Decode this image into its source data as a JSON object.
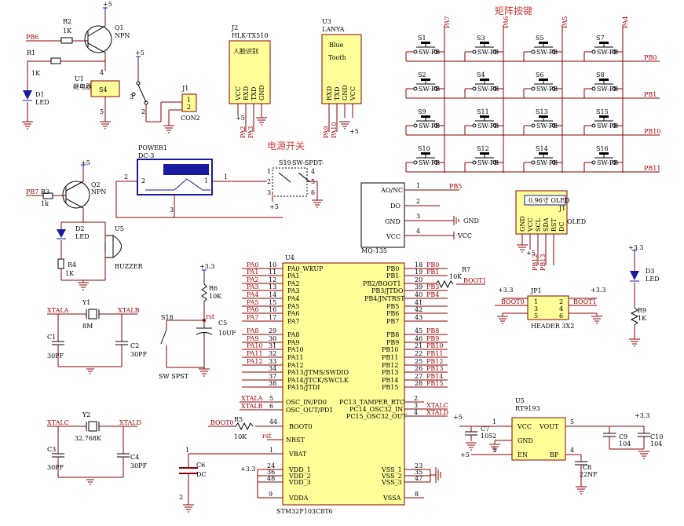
{
  "titles": {
    "matrix": "矩阵按键",
    "power_switch": "电源开关"
  },
  "relay": {
    "net_in": "PB6",
    "r2": "R2",
    "r2_val": "1K",
    "r1": "R1",
    "r1_val": "1K",
    "q1": "Q1",
    "q1_type": "NPN",
    "d1": "D1",
    "d1_type": "LED",
    "u1": "U1",
    "u1_type": "继电器",
    "vcc": "+5",
    "j1": "J1",
    "j1_type": "CON2",
    "pin4": "4",
    "pin5": "5",
    "pin3": "3",
    "pin2": "2",
    "pin1": "1",
    "s4": "S4",
    "j1_p1": "1",
    "j1_p2": "2"
  },
  "face": {
    "ref": "J2",
    "model": "HLK-TX510",
    "label": "人脸识别",
    "pins": [
      "VCC",
      "RXD",
      "TXD",
      "GND"
    ],
    "vcc": "+5",
    "n1": "PA2",
    "n2": "PA3"
  },
  "bt": {
    "ref": "U3",
    "model": "LANYA",
    "label1": "Blue",
    "label2": "Tooth",
    "pins": [
      "RXD",
      "TXD",
      "GND",
      "VCC"
    ],
    "n1": "PA9",
    "n2": "PA10",
    "vcc": "+5"
  },
  "matrix": {
    "cols": [
      "PA7",
      "PA6",
      "PA5",
      "PA4"
    ],
    "rows": [
      "PB0",
      "PB1",
      "PB10",
      "PB11"
    ],
    "switches": [
      "S1",
      "S3",
      "S5",
      "S7",
      "S2",
      "S4",
      "S6",
      "S8",
      "S9",
      "S11",
      "S13",
      "S15",
      "S10",
      "S12",
      "S14",
      "S16"
    ],
    "sw_type": "SW-PB"
  },
  "power": {
    "ref": "POWER1",
    "model": "DC-3",
    "p1": "1",
    "p2": "2",
    "p3": "3",
    "s19": "S19",
    "s19_type": "SW-SPDT-",
    "vcc": "+5",
    "sp": [
      "1",
      "2",
      "3",
      "4",
      "5",
      "6"
    ]
  },
  "buzzer": {
    "net_in": "PB7",
    "r3": "R3",
    "r3_val": "1k",
    "q2": "Q2",
    "q2_type": "NPN",
    "vcc": "+5",
    "d2": "D2",
    "d2_type": "LED",
    "r4": "R4",
    "r4_val": "1K",
    "u5": "U5",
    "u5_type": "BUZZER"
  },
  "mq": {
    "ref": "MQ-135",
    "pins": [
      "AO/NC",
      "DO",
      "GND",
      "VCC"
    ],
    "nums": [
      "1",
      "2",
      "3",
      "4"
    ],
    "n1": "PB5",
    "gnd": "GND",
    "vcc": "VCC"
  },
  "oled": {
    "ref": "J1",
    "label": "0.96寸 OLED",
    "side": "OLED",
    "pins": [
      "GND",
      "VCC",
      "SCL",
      "SDA",
      "RST",
      "DC"
    ],
    "nets": [
      "PB12",
      "PB13"
    ],
    "vcc": "+5"
  },
  "led3": {
    "vcc": "+3.3",
    "d3": "D3",
    "d3_type": "LED",
    "r9": "R9",
    "r9_val": "1K"
  },
  "mcu": {
    "ref": "U4",
    "part": "STM32F103C8T6",
    "left": [
      {
        "net": "PA0",
        "num": "10",
        "name": "PA0_WKUP"
      },
      {
        "net": "PA1",
        "num": "11",
        "name": "PA1"
      },
      {
        "net": "PA2",
        "num": "12",
        "name": "PA2"
      },
      {
        "net": "PA3",
        "num": "13",
        "name": "PA3"
      },
      {
        "net": "PA4",
        "num": "14",
        "name": "PA4"
      },
      {
        "net": "PA5",
        "num": "15",
        "name": "PA5"
      },
      {
        "net": "PA6",
        "num": "16",
        "name": "PA6"
      },
      {
        "net": "PA7",
        "num": "17",
        "name": "PA7"
      },
      {
        "net": "PA8",
        "num": "29",
        "name": "PA8"
      },
      {
        "net": "PA9",
        "num": "30",
        "name": "PA9"
      },
      {
        "net": "PA10",
        "num": "31",
        "name": "PA10"
      },
      {
        "net": "PA11",
        "num": "32",
        "name": "PA11"
      },
      {
        "net": "PA12",
        "num": "33",
        "name": "PA12"
      },
      {
        "net": "",
        "num": "34",
        "name": "PA13/JTMS/SWDIO"
      },
      {
        "net": "",
        "num": "37",
        "name": "PA14/JTCK/SWCLK"
      },
      {
        "net": "",
        "num": "38",
        "name": "PA15/JTDI"
      }
    ],
    "right": [
      {
        "net": "PB0",
        "num": "18",
        "name": "PB0"
      },
      {
        "net": "PB1",
        "num": "19",
        "name": "PB1"
      },
      {
        "net": "",
        "num": "20",
        "name": "PB2/BOOT1"
      },
      {
        "net": "PB3",
        "num": "39",
        "name": "PB3/JTDO"
      },
      {
        "net": "PB4",
        "num": "40",
        "name": "PB4/JNTRST"
      },
      {
        "net": "",
        "num": "41",
        "name": "PB5"
      },
      {
        "net": "",
        "num": "42",
        "name": "PB6"
      },
      {
        "net": "",
        "num": "43",
        "name": "PB7"
      },
      {
        "net": "PB8",
        "num": "45",
        "name": "PB8"
      },
      {
        "net": "PB9",
        "num": "46",
        "name": "PB9"
      },
      {
        "net": "PB10",
        "num": "21",
        "name": "PB10"
      },
      {
        "net": "PB11",
        "num": "22",
        "name": "PB11"
      },
      {
        "net": "PB12",
        "num": "25",
        "name": "PB12"
      },
      {
        "net": "PB13",
        "num": "26",
        "name": "PB13"
      },
      {
        "net": "PB14",
        "num": "27",
        "name": "PB14"
      },
      {
        "net": "PB15",
        "num": "28",
        "name": "PB15"
      }
    ],
    "osc_in": {
      "net": "XTALA",
      "num": "5",
      "name": "OSC_IN/PD0"
    },
    "osc_out": {
      "net": "XTALB",
      "num": "6",
      "name": "OSC_OUT/PD1"
    },
    "pc13": {
      "num": "2",
      "name": "PC13_TAMPER_RTC"
    },
    "pc14": {
      "net": "XTALC",
      "num": "3",
      "name": "PC14_OSC32_IN"
    },
    "pc15": {
      "net": "XTALD",
      "num": "4",
      "name": "PC15_OSC32_OUT"
    },
    "boot0": {
      "num": "44",
      "name": "BOOT0"
    },
    "nrst": {
      "num": "7",
      "name": "NRST"
    },
    "vbat": {
      "num": "1",
      "name": "VBAT"
    },
    "vdd": [
      {
        "num": "24",
        "name": "VDD_1"
      },
      {
        "num": "36",
        "name": "VDD_2"
      },
      {
        "num": "48",
        "name": "VDD_3"
      }
    ],
    "vdda": {
      "num": "9",
      "name": "VDDA"
    },
    "vss": [
      {
        "num": "23",
        "name": "VSS_1"
      },
      {
        "num": "35",
        "name": "VSS_2"
      },
      {
        "num": "47",
        "name": "VSS_3"
      }
    ],
    "vssa": {
      "num": "8",
      "name": "VSSA"
    },
    "boot1_net": "BOOT1",
    "r7": "R7",
    "r7_val": "10K",
    "r5": "R5",
    "r5_val": "10K",
    "boot0_net": "BOOT0",
    "rst_net": "rst",
    "v33": "+3.3"
  },
  "reset": {
    "vcc": "+3.3",
    "r6": "R6",
    "r6_val": "10K",
    "s18": "S18",
    "s18_type": "SW SPST",
    "c5": "C5",
    "c5_val": "10UF",
    "rst": "rst"
  },
  "xtal1": {
    "a": "XTALA",
    "b": "XTALB",
    "y": "Y1",
    "y_val": "8M",
    "c1": "C1",
    "c1_val": "30PF",
    "c2": "C2",
    "c2_val": "30PF"
  },
  "xtal2": {
    "a": "XTALC",
    "b": "XTALD",
    "y": "Y2",
    "y_val": "32.768K",
    "c3": "C3",
    "c3_val": "30PF",
    "c4": "C4",
    "c4_val": "30PF"
  },
  "c6": {
    "ref": "C6",
    "val": "DC",
    "p1": "1",
    "p2": "2"
  },
  "jp1": {
    "ref": "JP1",
    "model": "HEADER 3X2",
    "vcc1": "+3.3",
    "vcc2": "+3.3",
    "left": "BOOT0",
    "right": "BOOT1",
    "pins": [
      "1",
      "2",
      "3",
      "4",
      "5",
      "6"
    ]
  },
  "reg": {
    "ref": "U5",
    "part": "RT9193",
    "vin": "VCC",
    "vout": "VOUT",
    "gnd": "GND",
    "en": "EN",
    "bp": "BP",
    "p1": "1",
    "p2": "2",
    "p3": "3",
    "p4": "4",
    "p5": "5",
    "in1": "+5",
    "in2": "+5",
    "out": "+3.3",
    "c7": "C7",
    "c7_val": "105",
    "c8": "C8",
    "c8_val": "22NF",
    "c9": "C9",
    "c9_val": "104",
    "c10": "C10",
    "c10_val": "104"
  }
}
